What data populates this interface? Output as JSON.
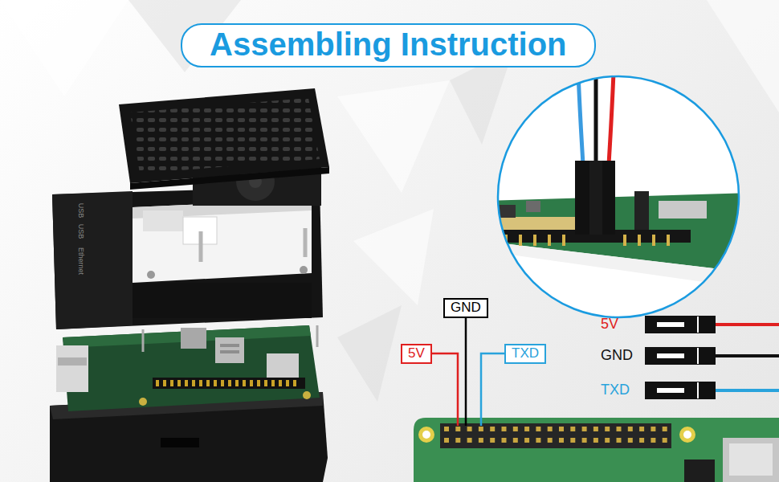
{
  "diagram": {
    "title": "Assembling Instruction",
    "nodes": [
      {
        "text": [
          "GND"
        ]
      },
      {
        "text": [
          "5V"
        ]
      },
      {
        "text": [
          "TXD"
        ]
      }
    ],
    "labels": [
      "5V",
      "GND",
      "TXD",
      "USB",
      "USB",
      "Ethernet"
    ]
  }
}
